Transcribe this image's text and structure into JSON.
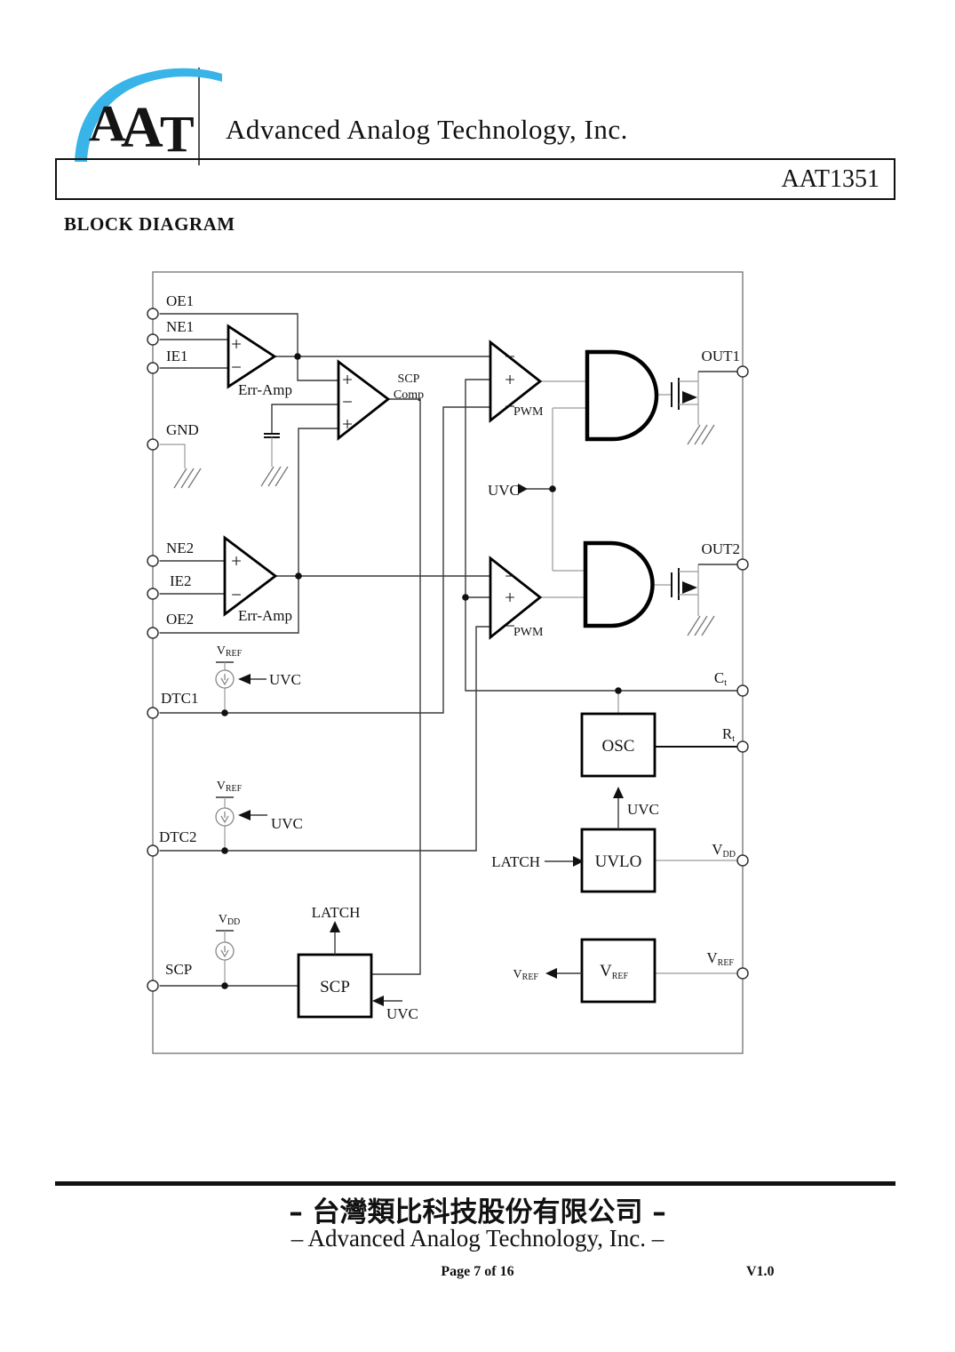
{
  "header": {
    "company": "Advanced Analog Technology, Inc.",
    "part_number": "AAT1351",
    "logo": {
      "blue": "#38b4e8",
      "dark": "#2e2e2e",
      "l1": "A",
      "l2": "A",
      "l3": "T"
    }
  },
  "section_title": "BLOCK DIAGRAM",
  "diagram": {
    "plus": "+",
    "minus": "−",
    "pins_left": [
      "OE1",
      "NE1",
      "IE1",
      "GND",
      "NE2",
      "IE2",
      "OE2",
      "DTC1",
      "DTC2",
      "SCP"
    ],
    "pins_right": {
      "out1": "OUT1",
      "out2": "OUT2",
      "ct": {
        "main": "C",
        "sub": "t"
      },
      "rt": {
        "main": "R",
        "sub": "t"
      },
      "vdd": {
        "main": "V",
        "sub": "DD"
      },
      "vref": {
        "main": "V",
        "sub": "REF"
      }
    },
    "labels": {
      "err_amp": "Err-Amp",
      "scp_comp_1": "SCP",
      "scp_comp_2": "Comp",
      "pwm": "PWM",
      "uvc": "UVC",
      "latch": "LATCH",
      "v_main": "V",
      "ref_sub": "REF",
      "dd_sub": "DD"
    },
    "blocks": {
      "osc": "OSC",
      "uvlo": "UVLO",
      "vref_main": "V",
      "vref_sub": "REF",
      "scp": "SCP"
    }
  },
  "footer": {
    "company_zh": "– 台灣類比科技股份有限公司 –",
    "company_en": "–  Advanced Analog Technology, Inc. –",
    "page_info": "Page 7 of 16",
    "version": "V1.0"
  }
}
